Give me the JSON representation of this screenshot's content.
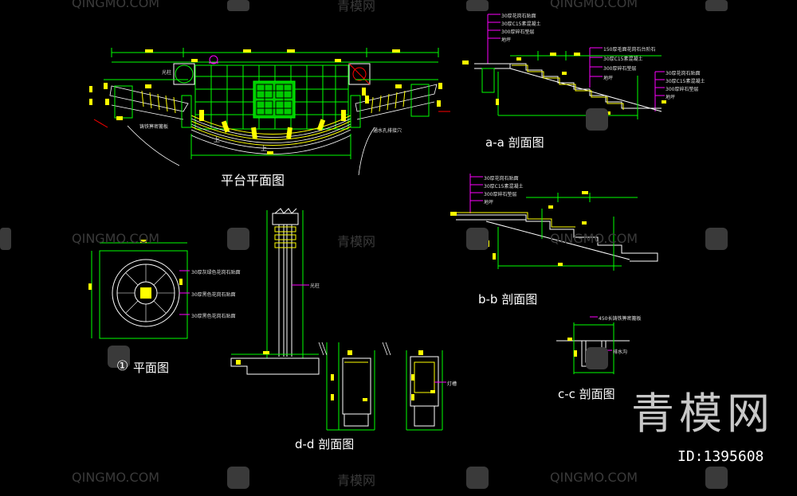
{
  "drawing": {
    "titles": {
      "platform_plan": "平台平面图",
      "section_aa": "a-a 剖面图",
      "section_bb": "b-b 剖面图",
      "section_cc": "c-c 剖面图",
      "section_dd": "d-d 剖面图",
      "plan_1": "平面图",
      "plan_1_mark": "①"
    },
    "notes": {
      "plan_pillar": "光柱",
      "plan_grate": "铸铁箅密篦板",
      "plan_drain": "通水孔排接穴",
      "plan_up_1": "上",
      "plan_up_2": "上",
      "plan1_n1": "30厚灰绿色花岗石贴面",
      "plan1_n2": "30厚黑色花岗石贴面",
      "plan1_n3": "30厚黑色花岗石贴面",
      "aa_n1": "30厚花岗石贴面",
      "aa_n2": "30厚C15素混凝土",
      "aa_n3": "300厚碎石垫层",
      "aa_n4": "地坪",
      "aa_n5": "150厚毛面花岗石台阶石",
      "aa_n6": "30厚C15素混凝土",
      "aa_n7": "300厚碎石垫层",
      "aa_n8": "地坪",
      "aa_n9": "30厚花岗石贴面",
      "aa_n10": "30厚C15素混凝土",
      "aa_n11": "300厚碎石垫层",
      "aa_n12": "地坪",
      "bb_n1": "30厚花岗石贴面",
      "bb_n2": "30厚C15素混凝土",
      "bb_n3": "300厚碎石垫层",
      "bb_n4": "地坪",
      "cc_n1": "450长铸铁箅密篦板",
      "cc_n2": "排水沟",
      "dd_n1": "光柱",
      "dd_n2": "灯槽"
    },
    "watermarks": {
      "text_latin": "QINGMO.COM",
      "text_cn": "青模网",
      "big": "青模网",
      "id": "ID:1395608"
    },
    "colors": {
      "background": "#000000",
      "cad_white": "#ffffff",
      "cad_green": "#00ff00",
      "cad_yellow": "#ffff00",
      "cad_magenta": "#ff00ff",
      "cad_cyan": "#00ffff",
      "cad_red": "#ff0000"
    }
  }
}
